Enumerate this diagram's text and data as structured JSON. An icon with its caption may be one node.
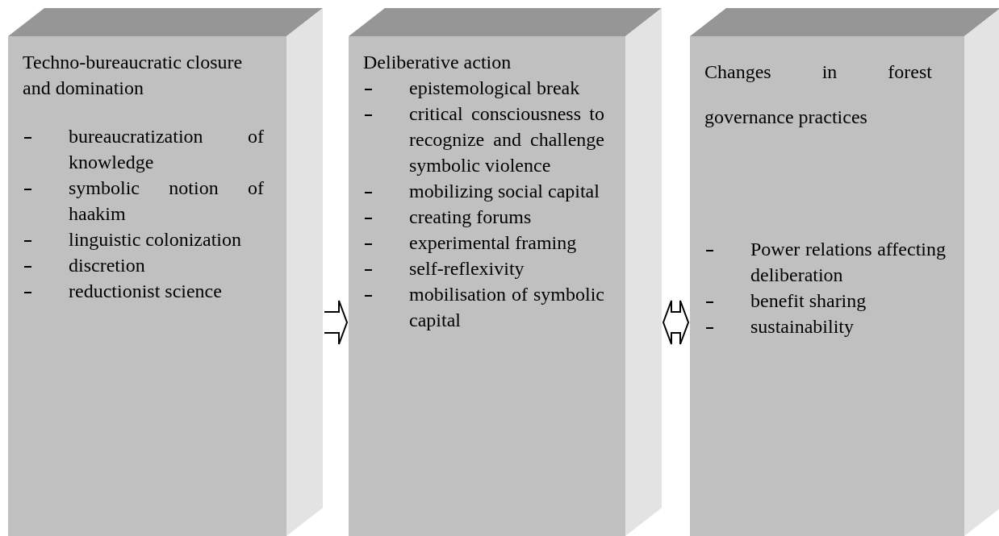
{
  "diagram": {
    "nodes": [
      {
        "text": [
          "Techno-bureaucratic closure and domination",
          "bureaucratization of knowledge",
          "symbolic notion of haakim",
          "linguistic colonization",
          "discretion",
          "reductionist science"
        ]
      },
      {
        "text": [
          "Deliberative action",
          "epistemological break",
          "critical consciousness to recognize and challenge symbolic violence",
          "mobilizing social capital",
          "creating forums",
          "experimental framing",
          "self-reflexivity",
          "mobilisation of symbolic capital"
        ]
      },
      {
        "text": [
          "Changes in forest governance practices",
          "Power relations affecting deliberation",
          "benefit sharing",
          "sustainability"
        ]
      }
    ],
    "edges": [
      {
        "from": 0,
        "to": 1,
        "arrow": "to"
      },
      {
        "from": 1,
        "to": 2,
        "arrow": "both"
      }
    ]
  }
}
